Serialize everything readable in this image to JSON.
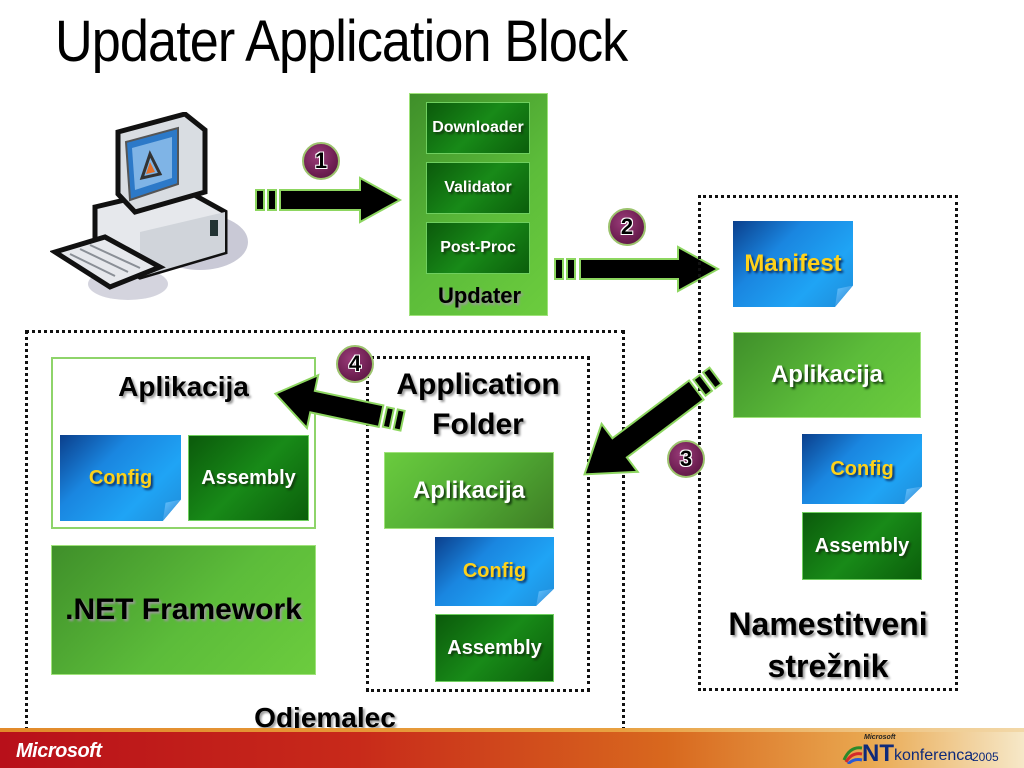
{
  "title": "Updater Application Block",
  "updater": {
    "label": "Updater",
    "components": [
      "Downloader",
      "Validator",
      "Post-Proc"
    ]
  },
  "steps": [
    "1",
    "2",
    "3",
    "4"
  ],
  "server": {
    "label_line1": "Namestitveni",
    "label_line2": "strežnik",
    "manifest": "Manifest",
    "app": "Aplikacija",
    "config": "Config",
    "assembly": "Assembly"
  },
  "client": {
    "label": "Odjemalec",
    "app_title": "Aplikacija",
    "config": "Config",
    "assembly": "Assembly",
    "framework": ".NET Framework",
    "folder": {
      "title_line1": "Application",
      "title_line2": "Folder",
      "app": "Aplikacija",
      "config": "Config",
      "assembly": "Assembly"
    }
  },
  "footer": {
    "brand": "Microsoft",
    "event_small": "Microsoft",
    "event_nt": "NT",
    "event_name": "konferenca",
    "event_year": "2005"
  }
}
